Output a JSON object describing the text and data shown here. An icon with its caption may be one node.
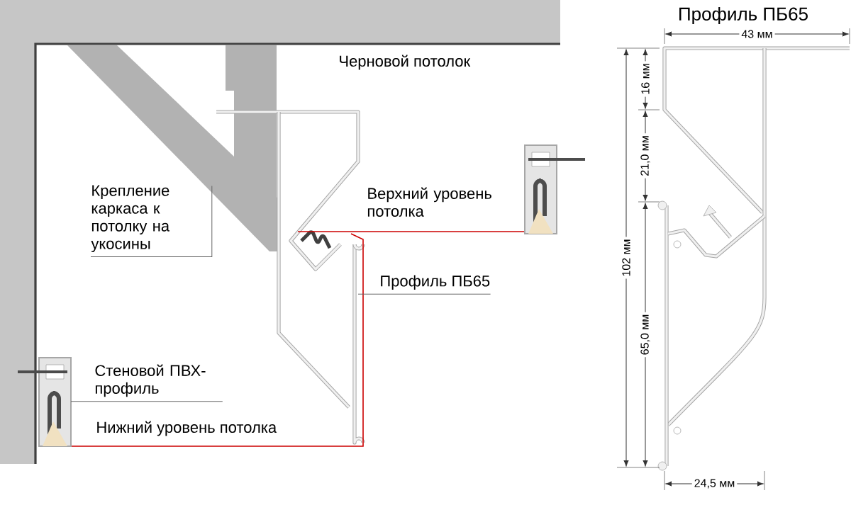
{
  "diagram": {
    "nodes": [
      {
        "text": [
          "Крепление каркаса к потолку на укосины"
        ]
      },
      {
        "text": [
          "Профиль ПБ65"
        ]
      },
      {
        "text": [
          "Стеновой ПВХ-профиль"
        ]
      }
    ],
    "edges": [
      {
        "from": 0,
        "to": null,
        "arrow": "none"
      },
      {
        "from": 1,
        "to": null,
        "arrow": "none"
      },
      {
        "from": 2,
        "to": null,
        "arrow": "none"
      }
    ],
    "labels": [
      "Черновой потолок",
      "Верхний уровень потолка",
      "Нижний уровень потолка",
      "Профиль ПБ65",
      "43 мм",
      "16 мм",
      "21,0 мм",
      "102 мм",
      "65,0 мм",
      "24,5 мм"
    ]
  }
}
